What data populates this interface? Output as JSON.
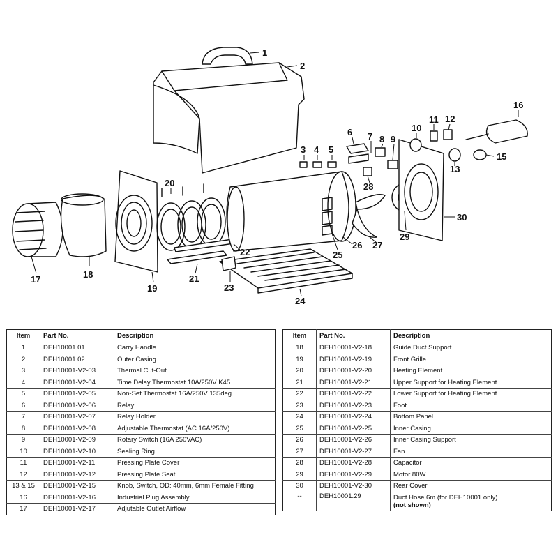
{
  "callouts": [
    "1",
    "2",
    "3",
    "4",
    "5",
    "6",
    "7",
    "8",
    "9",
    "10",
    "11",
    "12",
    "13",
    "15",
    "16",
    "17",
    "18",
    "19",
    "20",
    "21",
    "22",
    "23",
    "24",
    "25",
    "26",
    "27",
    "28",
    "29",
    "30"
  ],
  "table": {
    "headers": {
      "item": "Item",
      "part": "Part No.",
      "desc": "Description"
    },
    "left_rows": [
      {
        "item": "1",
        "part": "DEH10001.01",
        "desc": "Carry Handle"
      },
      {
        "item": "2",
        "part": "DEH10001.02",
        "desc": "Outer Casing"
      },
      {
        "item": "3",
        "part": "DEH10001-V2-03",
        "desc": "Thermal Cut-Out"
      },
      {
        "item": "4",
        "part": "DEH10001-V2-04",
        "desc": "Time Delay Thermostat 10A/250V K45"
      },
      {
        "item": "5",
        "part": "DEH10001-V2-05",
        "desc": "Non-Set Thermostat 16A/250V 135deg"
      },
      {
        "item": "6",
        "part": "DEH10001-V2-06",
        "desc": "Relay"
      },
      {
        "item": "7",
        "part": "DEH10001-V2-07",
        "desc": "Relay Holder"
      },
      {
        "item": "8",
        "part": "DEH10001-V2-08",
        "desc": "Adjustable Thermostat (AC 16A/250V)"
      },
      {
        "item": "9",
        "part": "DEH10001-V2-09",
        "desc": "Rotary Switch (16A 250VAC)"
      },
      {
        "item": "10",
        "part": "DEH10001-V2-10",
        "desc": "Sealing Ring"
      },
      {
        "item": "11",
        "part": "DEH10001-V2-11",
        "desc": "Pressing Plate Cover"
      },
      {
        "item": "12",
        "part": "DEH10001-V2-12",
        "desc": "Pressing Plate Seat"
      },
      {
        "item": "13 & 15",
        "part": "DEH10001-V2-15",
        "desc": "Knob, Switch, OD: 40mm, 6mm Female Fitting"
      },
      {
        "item": "16",
        "part": "DEH10001-V2-16",
        "desc": "Industrial Plug Assembly"
      },
      {
        "item": "17",
        "part": "DEH10001-V2-17",
        "desc": "Adjutable Outlet Airflow"
      }
    ],
    "right_rows": [
      {
        "item": "18",
        "part": "DEH10001-V2-18",
        "desc": "Guide Duct Support"
      },
      {
        "item": "19",
        "part": "DEH10001-V2-19",
        "desc": "Front Grille"
      },
      {
        "item": "20",
        "part": "DEH10001-V2-20",
        "desc": "Heating Element"
      },
      {
        "item": "21",
        "part": "DEH10001-V2-21",
        "desc": "Upper Support for Heating Element"
      },
      {
        "item": "22",
        "part": "DEH10001-V2-22",
        "desc": "Lower Support for Heating Element"
      },
      {
        "item": "23",
        "part": "DEH10001-V2-23",
        "desc": "Foot"
      },
      {
        "item": "24",
        "part": "DEH10001-V2-24",
        "desc": "Bottom Panel"
      },
      {
        "item": "25",
        "part": "DEH10001-V2-25",
        "desc": "Inner Casing"
      },
      {
        "item": "26",
        "part": "DEH10001-V2-26",
        "desc": "Inner Casing Support"
      },
      {
        "item": "27",
        "part": "DEH10001-V2-27",
        "desc": "Fan"
      },
      {
        "item": "28",
        "part": "DEH10001-V2-28",
        "desc": "Capacitor"
      },
      {
        "item": "29",
        "part": "DEH10001-V2-29",
        "desc": "Motor 80W"
      },
      {
        "item": "30",
        "part": "DEH10001-V2-30",
        "desc": "Rear Cover"
      }
    ],
    "last_row": {
      "item": "--",
      "part": "DEH10001.29",
      "desc": "Duct Hose 6m (for DEH10001 only)",
      "note": "(not shown)"
    }
  }
}
